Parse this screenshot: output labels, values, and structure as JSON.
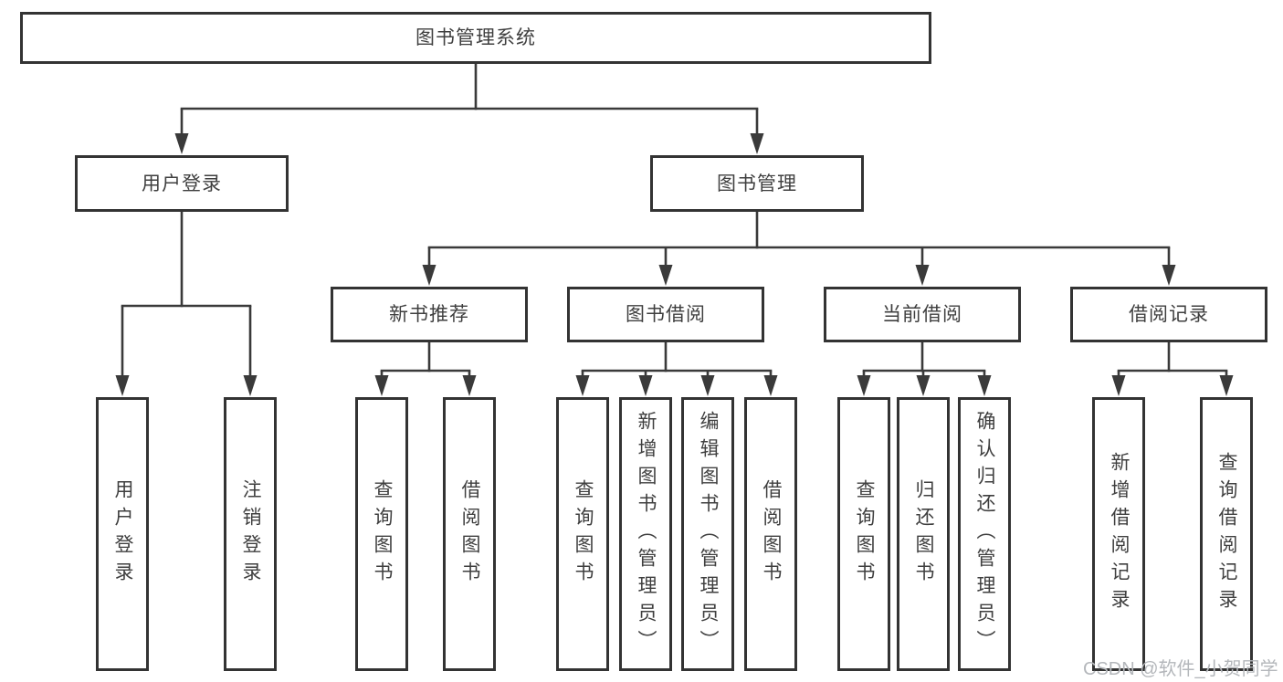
{
  "colors": {
    "line": "#3a3a3a",
    "box_border": "#333333",
    "text": "#3f3f3f",
    "background": "#ffffff",
    "watermark": "#b4b7bb"
  },
  "watermark": {
    "text": "CSDN @软件_小贺同学"
  },
  "tree": {
    "label": "图书管理系统",
    "children": [
      {
        "label": "用户登录",
        "children": [
          {
            "label": "用户登录"
          },
          {
            "label": "注销登录"
          }
        ]
      },
      {
        "label": "图书管理",
        "children": [
          {
            "label": "新书推荐",
            "children": [
              {
                "label": "查询图书"
              },
              {
                "label": "借阅图书"
              }
            ]
          },
          {
            "label": "图书借阅",
            "children": [
              {
                "label": "查询图书"
              },
              {
                "label": "新增图书（管理员）"
              },
              {
                "label": "编辑图书（管理员）"
              },
              {
                "label": "借阅图书"
              }
            ]
          },
          {
            "label": "当前借阅",
            "children": [
              {
                "label": "查询图书"
              },
              {
                "label": "归还图书"
              },
              {
                "label": "确认归还（管理员）"
              }
            ]
          },
          {
            "label": "借阅记录",
            "children": [
              {
                "label": "新增借阅记录"
              },
              {
                "label": "查询借阅记录"
              }
            ]
          }
        ]
      }
    ]
  }
}
